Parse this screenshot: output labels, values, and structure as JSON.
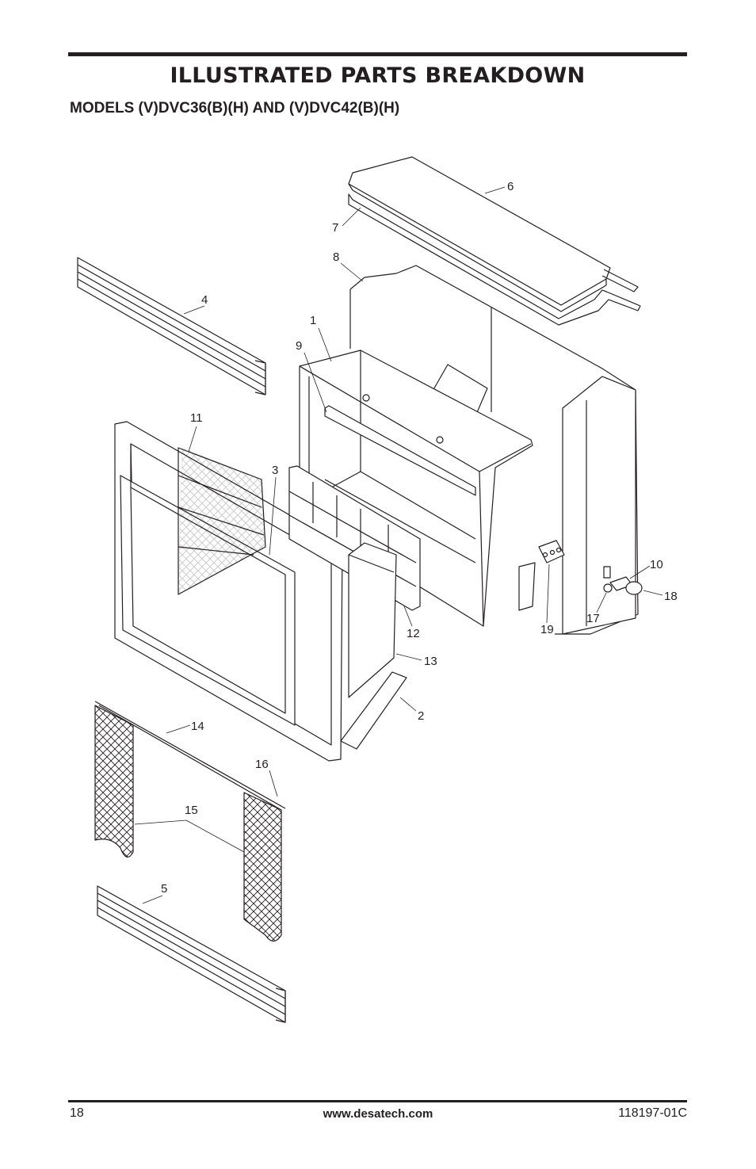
{
  "header": {
    "title": "ILLUSTRATED PARTS BREAKDOWN",
    "subtitle": "MODELS (V)DVC36(B)(H) AND (V)DVC42(B)(H)"
  },
  "diagram": {
    "callouts": [
      "1",
      "2",
      "3",
      "4",
      "5",
      "6",
      "7",
      "8",
      "9",
      "10",
      "11",
      "12",
      "13",
      "14",
      "15",
      "16",
      "17",
      "18",
      "19"
    ]
  },
  "footer": {
    "page_number": "18",
    "website": "www.desatech.com",
    "doc_number": "118197-01C"
  }
}
